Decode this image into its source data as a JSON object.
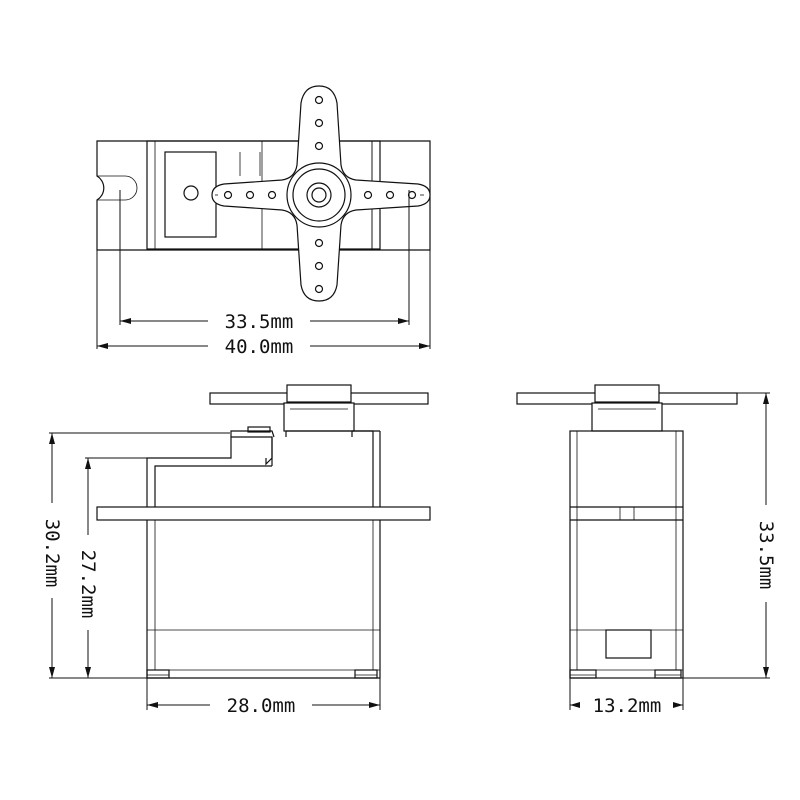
{
  "dimensions": {
    "top_hole_spacing": "33.5mm",
    "top_total_length": "40.0mm",
    "front_total_height": "30.2mm",
    "front_body_height": "27.2mm",
    "front_body_width": "28.0mm",
    "side_total_height": "33.5mm",
    "side_body_width": "13.2mm"
  }
}
